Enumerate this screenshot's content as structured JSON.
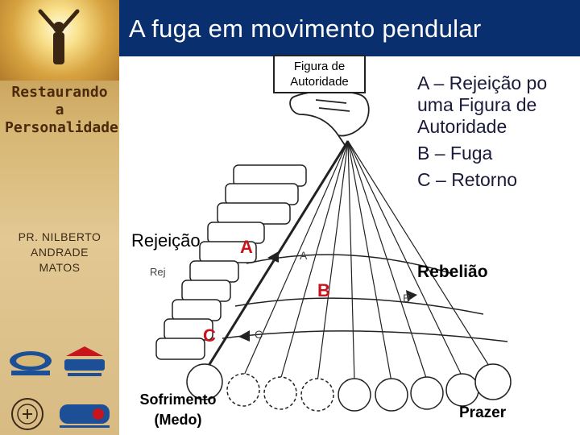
{
  "title": "A fuga em movimento pendular",
  "sidebar": {
    "brand_lines": [
      "Restaurando",
      "a",
      "Personalidade"
    ],
    "author_lines": [
      "PR. NILBERTO",
      "ANDRADE",
      "MATOS"
    ]
  },
  "figure": {
    "authority_label": "Figura de Autoridade",
    "arc_letter_a": "A",
    "arc_letter_b": "B",
    "arc_letter_c": "C",
    "stair_text": "Rej"
  },
  "labels": {
    "rejeicao": "Rejeição",
    "a": "A",
    "b": "B",
    "c": "C",
    "rebeliao": "Rebelião",
    "sofrimento": "Sofrimento (Medo)",
    "prazer": "Prazer"
  },
  "legend": {
    "a_key": "A",
    "a_text": "– Rejeição po uma Figura de Autoridade",
    "b_key": "B",
    "b_text": "– Fuga",
    "c_key": "C",
    "c_text": "– Retorno"
  },
  "colors": {
    "title_bg": "#0a2f6e",
    "accent_red": "#c8141c"
  }
}
